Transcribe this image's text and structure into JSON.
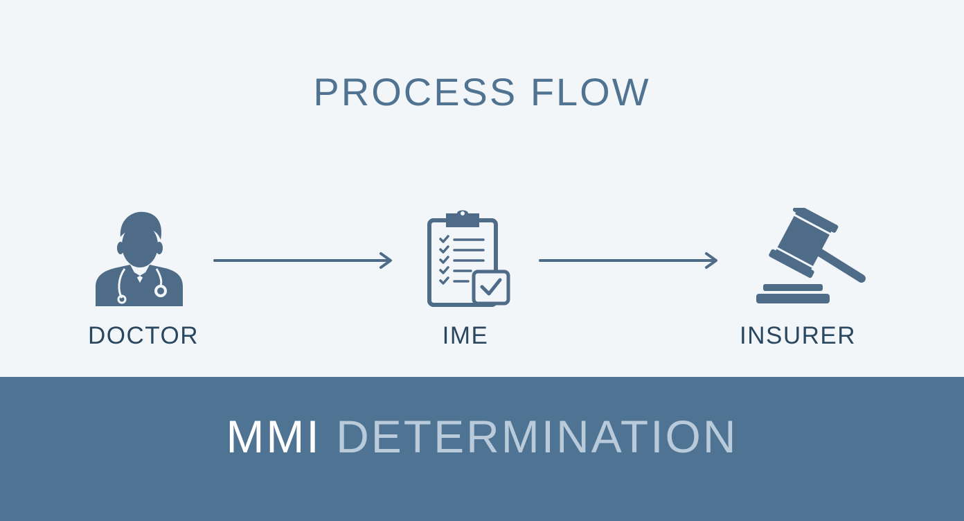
{
  "title": "PROCESS FLOW",
  "nodes": [
    {
      "label": "DOCTOR",
      "icon": "doctor-icon"
    },
    {
      "label": "IME",
      "icon": "clipboard-checklist-icon"
    },
    {
      "label": "INSURER",
      "icon": "gavel-icon"
    }
  ],
  "banner": {
    "strong": "MMI",
    "light": "DETERMINATION"
  },
  "colors": {
    "background": "#f2f6f9",
    "icon": "#4e6b87",
    "title": "#4f7391",
    "label": "#2b4760",
    "banner": "#4e7393",
    "banner_strong": "#ffffff",
    "banner_light": "#b9cbda"
  }
}
